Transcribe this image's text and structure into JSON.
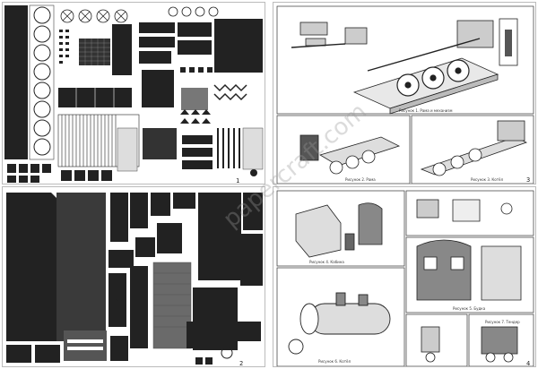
{
  "sheets": {
    "top_left": {
      "page_number": "1"
    },
    "bottom_left": {
      "page_number": "2"
    },
    "top_right": {
      "page_number": "3",
      "captions": [
        "Рисунок 1. Рама и механизм",
        "Рисунок 2. Рама",
        "Рисунок 3. Котёл"
      ]
    },
    "bottom_right": {
      "page_number": "4",
      "captions": [
        "Рисунок 4. Кабина",
        "Рисунок 5. Будка",
        "Рисунок 6. Котёл",
        "Рисунок 7. Тендер"
      ]
    }
  },
  "watermark": {
    "text": "papercraft.com",
    "color": "#999999"
  },
  "colors": {
    "part_dark": "#222222",
    "part_grey": "#6a6a6a",
    "part_light": "#c8c8c8",
    "paper": "#ffffff"
  }
}
